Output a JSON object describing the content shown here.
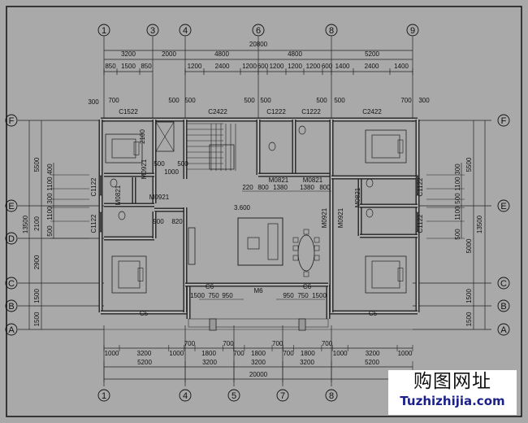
{
  "axes": {
    "top": [
      "1",
      "3",
      "4",
      "6",
      "8",
      "9"
    ],
    "bottom": [
      "1",
      "4",
      "5",
      "7",
      "8"
    ],
    "left": [
      "F",
      "E",
      "D",
      "C",
      "B",
      "A"
    ],
    "right": [
      "F",
      "E",
      "C",
      "B",
      "A"
    ]
  },
  "dims": {
    "top_total": "20800",
    "top_axis": [
      "3200",
      "2000",
      "4800",
      "4800",
      "5200"
    ],
    "top_detail": [
      "850",
      "1500",
      "850",
      "1200",
      "2400",
      "1200",
      "600",
      "1200",
      "1200",
      "1200",
      "600",
      "1400",
      "2400",
      "1400"
    ],
    "top_small": [
      "300",
      "700",
      "500",
      "500",
      "500",
      "500",
      "500",
      "500",
      "700",
      "300"
    ],
    "bottom_detail": [
      "1000",
      "3200",
      "1000",
      "700",
      "1800",
      "700",
      "700",
      "1800",
      "700",
      "700",
      "1800",
      "700",
      "1000",
      "3200",
      "1000"
    ],
    "bottom_axis": [
      "5200",
      "3200",
      "3200",
      "3200",
      "5200"
    ],
    "bottom_total": "20000",
    "left": [
      "5500",
      "2100",
      "2900",
      "1500",
      "1500"
    ],
    "left_total": "13500",
    "left_detail": [
      "400",
      "1100",
      "300",
      "1100",
      "500"
    ],
    "right": [
      "5500",
      "5000",
      "1500",
      "1500"
    ],
    "right_total": "13500",
    "right_detail": [
      "300",
      "1100",
      "500",
      "1100",
      "500"
    ]
  },
  "windows": {
    "top": [
      "C1522",
      "C2422",
      "C1222",
      "C1222",
      "C2422"
    ],
    "side": [
      "C1122",
      "C1122",
      "C1122",
      "C1122"
    ],
    "bottom": [
      "C5",
      "C5",
      "C6",
      "C6"
    ]
  },
  "doors": [
    "M0921",
    "M0921",
    "M0821",
    "M0821",
    "M0821",
    "M0921",
    "M0921",
    "M0821",
    "M6"
  ],
  "interior_dims": [
    "220",
    "800",
    "1380",
    "1380",
    "800",
    "500",
    "1000",
    "500",
    "900",
    "820",
    "1500",
    "750",
    "950",
    "950",
    "750",
    "1500",
    "2100",
    "3.600"
  ],
  "watermark": {
    "cn": "购图网址",
    "en": "Tuzhizhijia.com"
  }
}
